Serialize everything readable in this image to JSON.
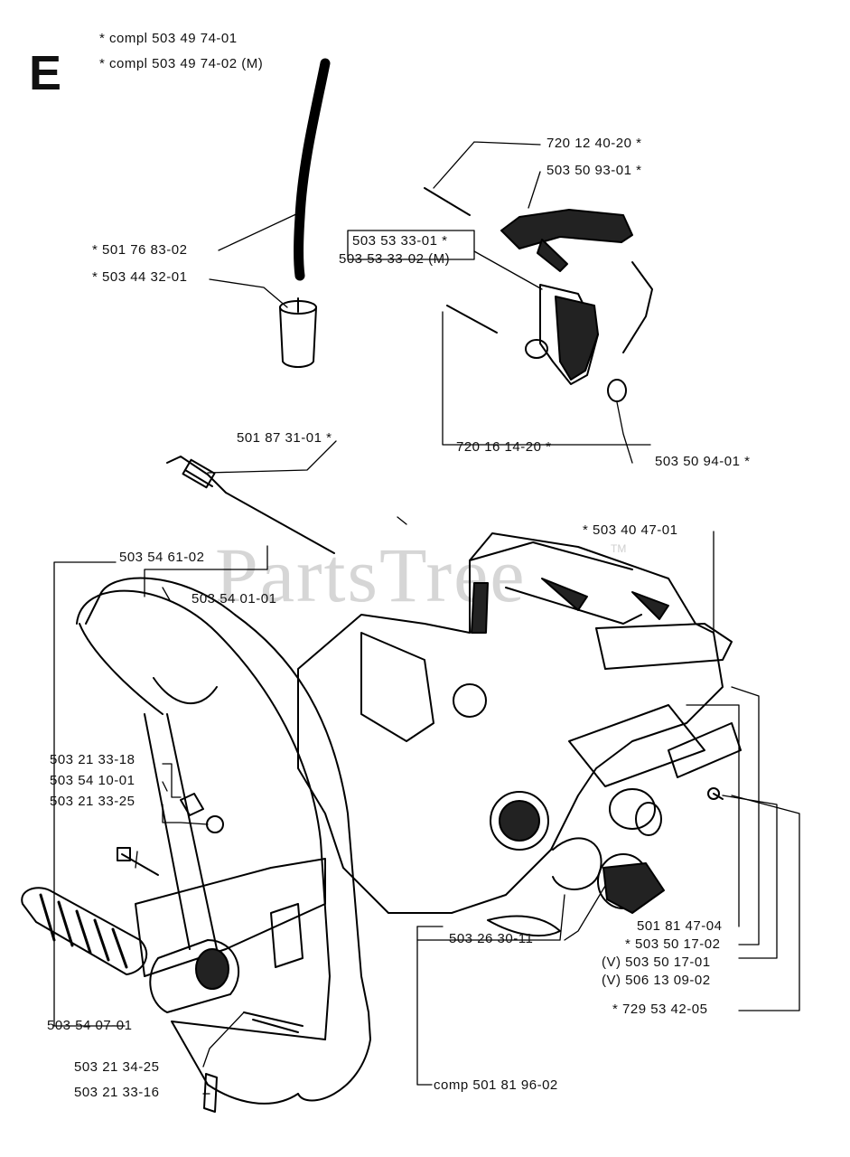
{
  "section_letter": "E",
  "watermark": {
    "text": "PartsTree",
    "tm": "TM"
  },
  "labels": {
    "l01": "* compl 503 49 74-01",
    "l02": "* compl 503 49 74-02 (M)",
    "l03": "720 12 40-20 *",
    "l04": "503 50 93-01 *",
    "l05": "503 53 33-01 *",
    "l06": "503 53 33-02 (M)",
    "l07": "* 501 76 83-02",
    "l08": "* 503 44 32-01",
    "l09": "501 87 31-01 *",
    "l10": "720 16 14-20 *",
    "l11": "503 50 94-01 *",
    "l12": "* 503 40 47-01",
    "l13": "503 54 61-02",
    "l14": "503 54 01-01",
    "l15": "503 21 33-18",
    "l16": "503 54 10-01",
    "l17": "503 21 33-25",
    "l18": "501 81 47-04",
    "l19": "* 503 50 17-02",
    "l20": "(V) 503 50 17-01",
    "l21": "(V) 506 13 09-02",
    "l22": "503 26 30-11",
    "l23": "* 729 53 42-05",
    "l24": "503 54 07-01",
    "l25": "503 21 34-25",
    "l26": "503 21 33-16",
    "l27": "comp 501 81 96-02"
  }
}
